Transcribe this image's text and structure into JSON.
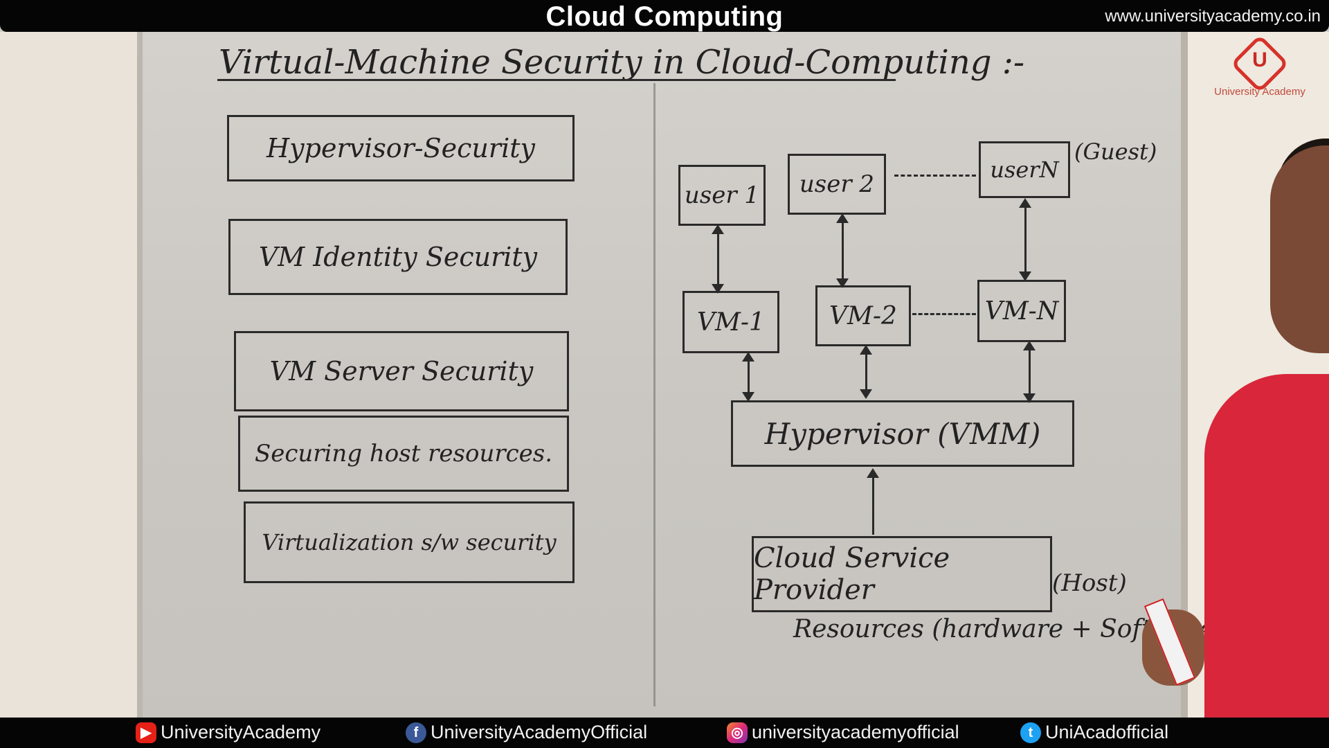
{
  "top_bar": {
    "title": "Cloud Computing",
    "website": "www.universityacademy.co.in"
  },
  "logo": {
    "letter": "U",
    "name": "University Academy"
  },
  "whiteboard": {
    "heading": "Virtual-Machine Security in Cloud-Computing :-",
    "left_list": [
      "Hypervisor-Security",
      "VM Identity Security",
      "VM Server Security",
      "Securing host resources.",
      "Virtualization s/w security"
    ],
    "diagram": {
      "users": [
        "user 1",
        "user 2",
        "userN"
      ],
      "guest_label": "(Guest)",
      "vms": [
        "VM-1",
        "VM-2",
        "VM-N"
      ],
      "hypervisor": "Hypervisor (VMM)",
      "provider": "Cloud Service Provider",
      "host_label": "(Host)",
      "resources": "Resources (hardware + Software)"
    }
  },
  "bottom_bar": {
    "youtube": "UniversityAcademy",
    "facebook": "UniversityAcademyOfficial",
    "instagram": "universityacademyofficial",
    "twitter": "UniAcadofficial"
  },
  "colors": {
    "brand_red": "#d6322a",
    "bar_black": "#050505",
    "marker_ink": "#222222"
  }
}
